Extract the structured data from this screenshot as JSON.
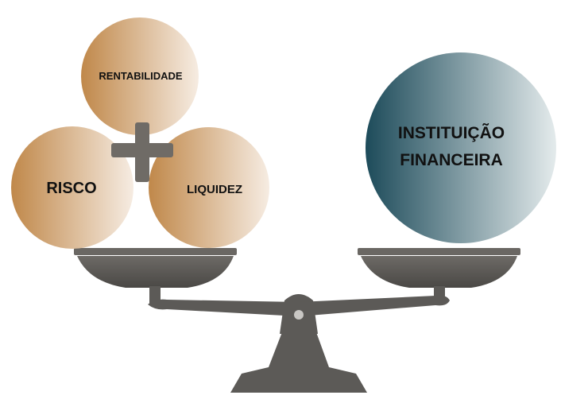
{
  "left_circles": {
    "top": "RENTABILIDADE",
    "left": "RISCO",
    "right": "LIQUIDEZ"
  },
  "right_circle": {
    "line1": "INSTITUIÇÃO",
    "line2": "FINANCEIRA"
  },
  "symbols": {
    "plus": "plus-icon",
    "scale": "balance-scale-icon"
  },
  "colors": {
    "orange_dark": "#c0884a",
    "orange_light": "#f6ece2",
    "teal_dark": "#1d4b5a",
    "teal_light": "#e4ebec",
    "scale_gray": "#5c5a57",
    "plus_gray": "#6f6b66",
    "text": "#111111"
  }
}
